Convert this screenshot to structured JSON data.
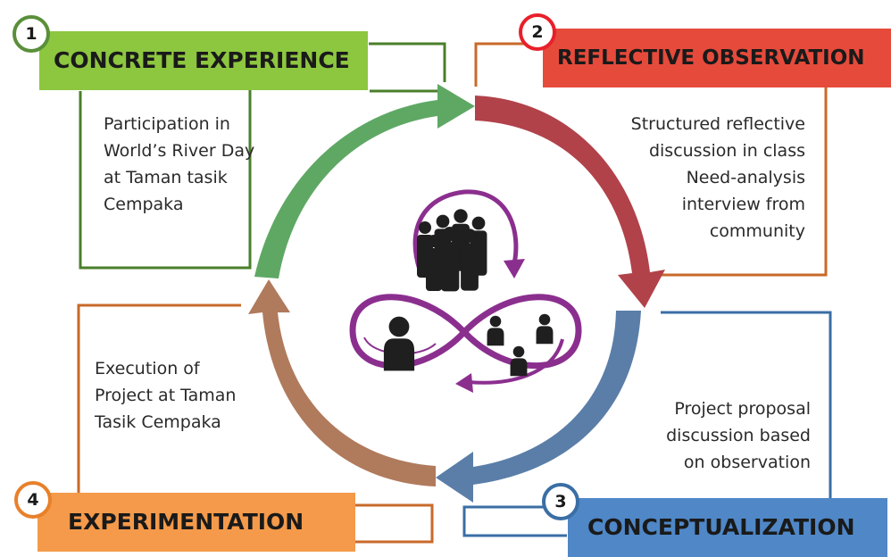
{
  "stages": [
    {
      "number": "1",
      "title": "CONCRETE EXPERIENCE",
      "description": [
        "Participation in",
        "World’s River Day",
        "at Taman tasik",
        "Cempaka"
      ],
      "color": "#8dc63f",
      "border_color": "#4a7f2a",
      "arrow_color": "#5fa864"
    },
    {
      "number": "2",
      "title": "REFLECTIVE OBSERVATION",
      "description": [
        "Structured reflective",
        "discussion in class",
        "Need-analysis",
        "interview from",
        "community"
      ],
      "color": "#e64a3b",
      "border_color": "#c8692a",
      "arrow_color": "#b1424a"
    },
    {
      "number": "3",
      "title": "CONCEPTUALIZATION",
      "description": [
        "Project proposal",
        "discussion based",
        "on observation"
      ],
      "color": "#4f87c7",
      "border_color": "#3a6ea5",
      "arrow_color": "#5a7ea8"
    },
    {
      "number": "4",
      "title": "EXPERIMENTATION",
      "description": [
        "Execution of",
        "Project at Taman",
        "Tasik Cempaka"
      ],
      "color": "#f49a4a",
      "border_color": "#c8692a",
      "arrow_color": "#b07a5c"
    }
  ],
  "badge_border_colors": [
    "#5a8f3a",
    "#e8202a",
    "#3a6ea5",
    "#e8802a"
  ],
  "center_icon": {
    "name": "group-cycle-icon",
    "loop_color": "#8b2f8f",
    "people_color": "#1f1f1f"
  }
}
